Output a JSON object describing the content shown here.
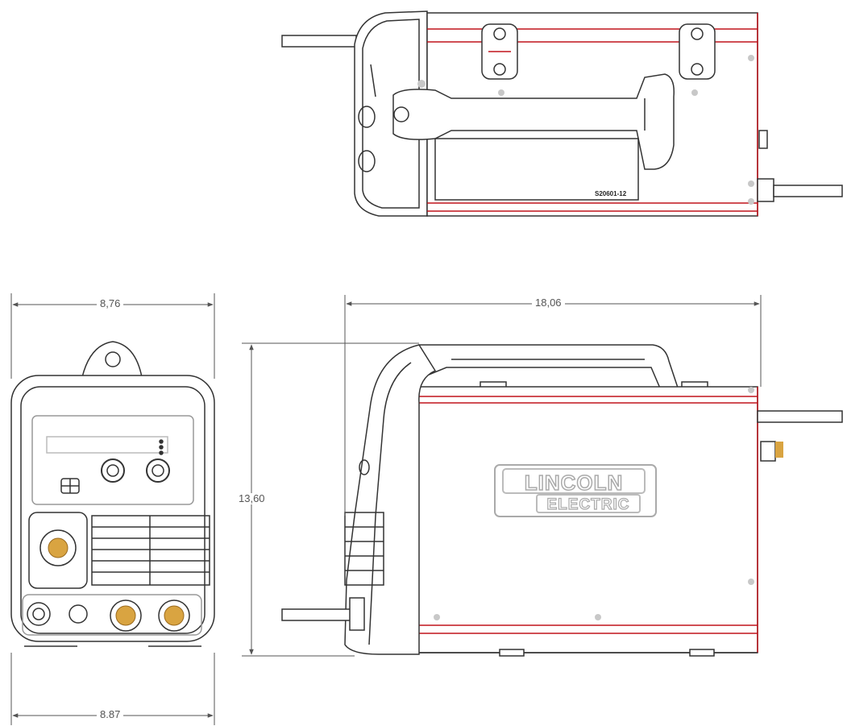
{
  "dimensions": {
    "top_width": "8,76",
    "bottom_width": "8.87",
    "length": "18,06",
    "height": "13,60"
  },
  "part_number": "S20601-12",
  "brand": {
    "line1": "LINCOLN",
    "line2": "ELECTRIC"
  },
  "colors": {
    "line": "#333333",
    "accent": "#c0141c",
    "brass": "#d9a441",
    "grey": "#c8c8c8",
    "dimension": "#555555"
  }
}
